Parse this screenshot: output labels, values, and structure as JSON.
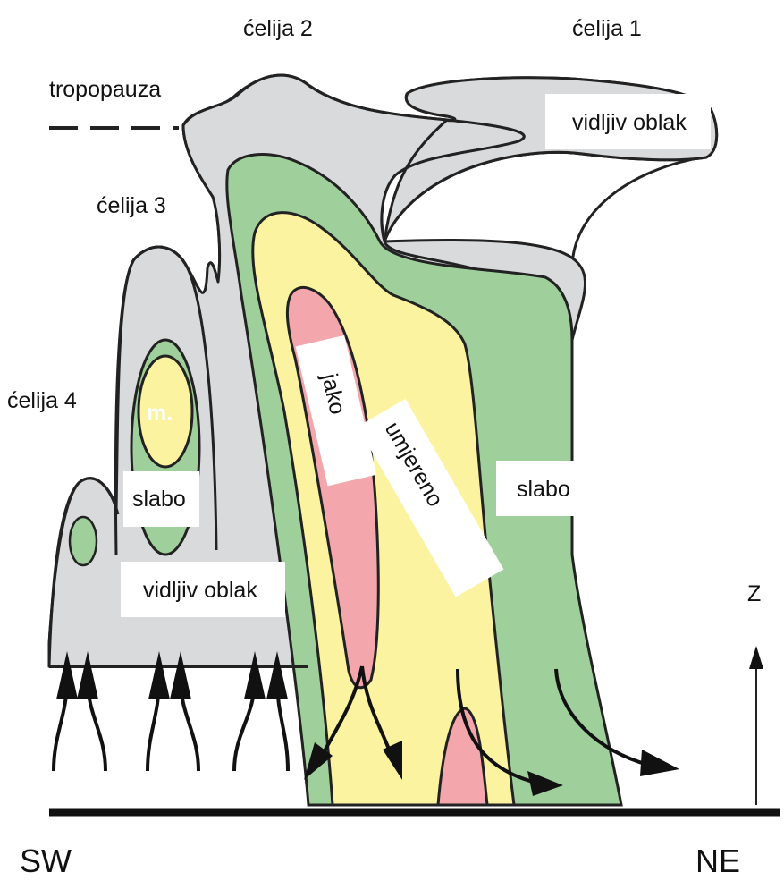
{
  "labels": {
    "cell2": "ćelija 2",
    "cell1": "ćelija 1",
    "tropopause": "tropopauza",
    "cell3": "ćelija 3",
    "cell4": "ćelija 4",
    "visible_cloud_top": "vidljiv oblak",
    "visible_cloud_bottom": "vidljiv oblak",
    "weak_left": "slabo",
    "weak_right": "slabo",
    "strong": "jako",
    "moderate": "umjereno",
    "moderate_abbrev": "m.",
    "axis_z": "Z",
    "sw": "SW",
    "ne": "NE"
  },
  "colors": {
    "cloud": "#d9dadc",
    "weak": "#9fd09c",
    "moderate": "#fbf3a0",
    "strong": "#f3a6ac",
    "outline": "#222222"
  }
}
